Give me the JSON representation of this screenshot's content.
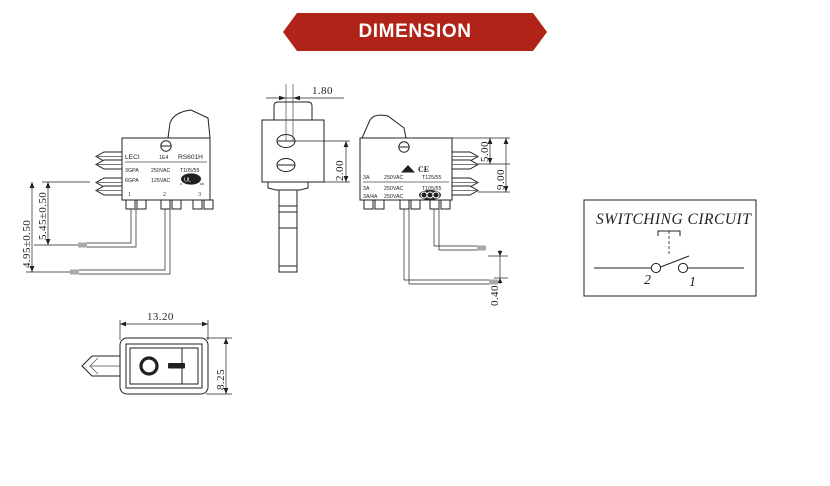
{
  "banner": {
    "title": "DIMENSION",
    "fill_color": "#AF2318",
    "text_color": "#FFFFFF"
  },
  "views": {
    "top_left_label": "top-left switch side view",
    "top_mid_label": "top-middle switch end view",
    "top_right_label": "top-right switch side view",
    "bottom_label": "front panel view",
    "circuit_label": "switching circuit diagram"
  },
  "switch_left": {
    "brand": "LECI",
    "model": "RS601H",
    "center_code": "1E4",
    "rating_rows": [
      {
        "c1": "3GPA",
        "c2": "250VAC",
        "c3": "T105/55"
      },
      {
        "c1": "6GPA",
        "c2": "125VAC",
        "c3": "UL-cUL-logo"
      }
    ],
    "terminals": [
      "1",
      "2",
      "3"
    ]
  },
  "switch_right": {
    "rating_rows": [
      {
        "c1": "3A",
        "c2": "250VAC",
        "c3": "T125/55"
      },
      {
        "c1": "3A",
        "c2": "250VAC",
        "c3": "T105/55"
      },
      {
        "c1": "3A/4A",
        "c2": "250VAC",
        "c3": "vde-logo"
      }
    ],
    "marks": [
      "triangle-mark",
      "ce-mark",
      "vde-mark"
    ]
  },
  "dimensions": {
    "top_width": "1.80",
    "side_height": "2.00",
    "right_upper": "5.00",
    "right_total": "9.00",
    "right_lower": "0.40",
    "left_outer": "4.95±0.50",
    "left_inner": "5.45±0.50",
    "front_width": "13.20",
    "front_height": "8.25"
  },
  "circuit": {
    "title": "SWITCHING CIRCUIT",
    "terminal_left": "2",
    "terminal_right": "1"
  },
  "front_panel": {
    "symbol_off": "O",
    "symbol_on": "—"
  }
}
